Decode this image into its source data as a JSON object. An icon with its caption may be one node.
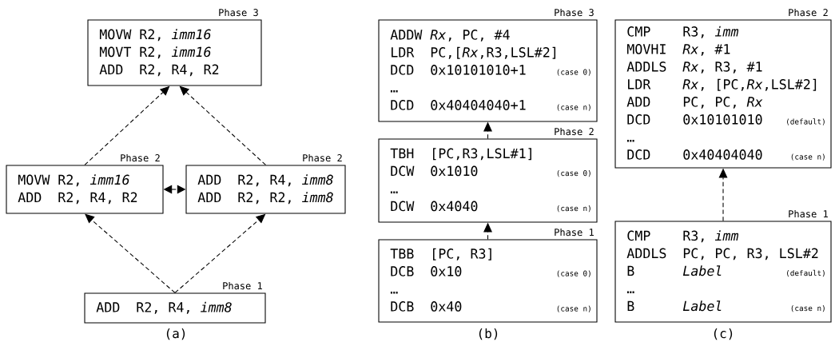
{
  "diagram": {
    "nodes": [
      {
        "text": [
          "Phase 3",
          "MOVW",
          "R2, *imm16*",
          "MOVT",
          "R2, *imm16*",
          "ADD",
          "R2, R4, R2"
        ]
      },
      {
        "text": [
          "Phase 2",
          "MOVW",
          "R2, *imm16*",
          "ADD",
          "R2, R4, R2"
        ]
      },
      {
        "text": [
          "Phase 2",
          "ADD",
          "R2, R4, *imm8*",
          "ADD",
          "R2, R2, *imm8*"
        ]
      },
      {
        "text": [
          "Phase 1",
          "ADD",
          "R2, R4, *imm8*"
        ]
      },
      {
        "text": [
          "Phase 3",
          "ADDW",
          "*Rx*, PC, #4",
          "LDR",
          "PC,[*Rx*,R3,LSL#2]",
          "DCD",
          "0x10101010+1",
          "(case 0)",
          "…",
          "DCD",
          "0x40404040+1",
          "(case n)"
        ]
      },
      {
        "text": [
          "Phase 2",
          "TBH",
          "[PC,R3,LSL#1]",
          "DCW",
          "0x1010",
          "(case 0)",
          "…",
          "DCW",
          "0x4040",
          "(case n)"
        ]
      },
      {
        "text": [
          "Phase 1",
          "TBB",
          "[PC, R3]",
          "DCB",
          "0x10",
          "(case 0)",
          "…",
          "DCB",
          "0x40",
          "(case n)"
        ]
      },
      {
        "text": [
          "Phase 2",
          "CMP",
          "R3, *imm*",
          "MOVHI",
          "*Rx*, #1",
          "ADDLS",
          "*Rx*, R3, #1",
          "LDR",
          "*Rx*, [PC,*Rx*,LSL#2]",
          "ADD",
          "PC, PC, *Rx*",
          "DCD",
          "0x10101010",
          "(default)",
          "…",
          "DCD",
          "0x40404040",
          "(case n)"
        ]
      },
      {
        "text": [
          "Phase 1",
          "CMP",
          "R3, *imm*",
          "ADDLS",
          "PC, PC, R3, LSL#2",
          "B",
          "Label",
          "(default)",
          "…",
          "B",
          "Label",
          "(case n)"
        ]
      }
    ],
    "edges": [
      {
        "from": 3,
        "to": 1,
        "arrow": "to",
        "style": "dashed"
      },
      {
        "from": 3,
        "to": 2,
        "arrow": "to",
        "style": "dashed"
      },
      {
        "from": 1,
        "to": 0,
        "arrow": "to",
        "style": "dashed"
      },
      {
        "from": 2,
        "to": 0,
        "arrow": "to",
        "style": "dashed"
      },
      {
        "from": 1,
        "to": 2,
        "arrow": "both",
        "style": "dashed"
      },
      {
        "from": 6,
        "to": 5,
        "arrow": "to",
        "style": "dashed"
      },
      {
        "from": 5,
        "to": 4,
        "arrow": "to",
        "style": "dashed"
      },
      {
        "from": 8,
        "to": 7,
        "arrow": "to",
        "style": "dashed"
      }
    ],
    "labels": [
      "(a)",
      "(b)",
      "(c)"
    ]
  }
}
